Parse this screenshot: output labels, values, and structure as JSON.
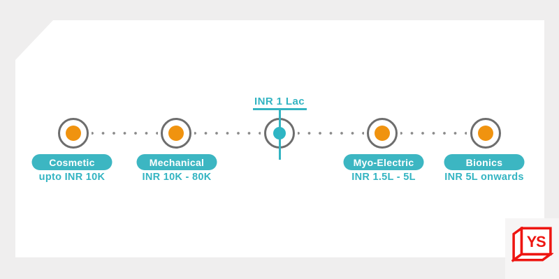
{
  "diagram": {
    "center_marker": {
      "label": "INR 1 Lac"
    },
    "categories": [
      {
        "label": "Cosmetic",
        "price_range": "upto INR 10K"
      },
      {
        "label": "Mechanical",
        "price_range": "INR 10K - 80K"
      },
      {
        "label": "Myo-Electric",
        "price_range": "INR 1.5L - 5L"
      },
      {
        "label": "Bionics",
        "price_range": "INR 5L onwards"
      }
    ]
  },
  "branding": {
    "logo_text": "YS"
  },
  "colors": {
    "background": "#efeeee",
    "card": "#ffffff",
    "teal": "#33b4c2",
    "pill_teal": "#3cb6c2",
    "orange": "#f0930f",
    "node_ring_gray": "#6d6d6d",
    "connector_dot_gray": "#8a8a8a",
    "logo_red": "#ee1511"
  }
}
